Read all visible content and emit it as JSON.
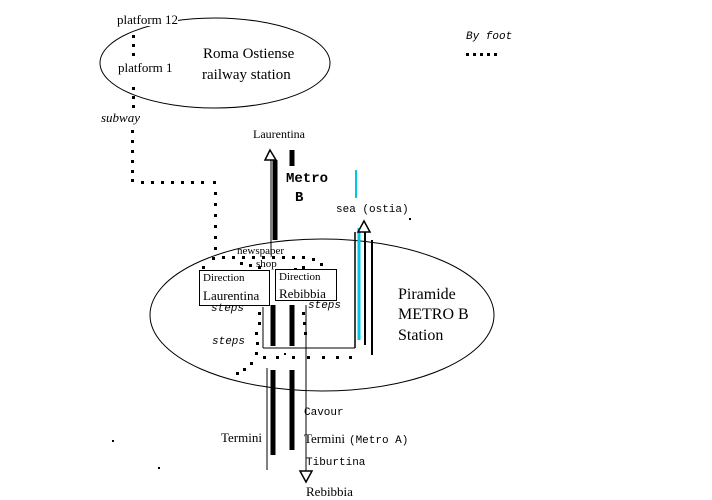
{
  "legend": {
    "by_foot": "By foot"
  },
  "ostiense": {
    "name_line1": "Roma Ostiense",
    "name_line2": "railway station",
    "platform_12": "platform 12",
    "platform_1": "platform 1",
    "subway": "subway"
  },
  "metro_b": {
    "line_label_1": "Metro",
    "line_label_2": "B",
    "laurentina": "Laurentina",
    "sea": "sea (ostia)",
    "newspaper_shop_1": "newspaper",
    "newspaper_shop_2": "shop",
    "direction_laurentina_1": "Direction",
    "direction_laurentina_2": "Laurentina",
    "direction_rebibbia_1": "Direction",
    "direction_rebibbia_2": "Rebibbia",
    "steps_left": "steps",
    "steps_right": "steps",
    "steps_lower": "steps",
    "station_line1": "Piramide",
    "station_line2": "METRO B",
    "station_line3": "Station"
  },
  "northbound_stops": {
    "termini_left": "Termini"
  },
  "southbound_stops": {
    "cavour": "Cavour",
    "termini": "Termini",
    "termini_suffix": "(Metro A)",
    "tiburtina": "Tiburtina",
    "rebibbia": "Rebibbia"
  },
  "colors": {
    "line": "#000000",
    "sea_line": "#00c8e0",
    "background": "#ffffff"
  }
}
